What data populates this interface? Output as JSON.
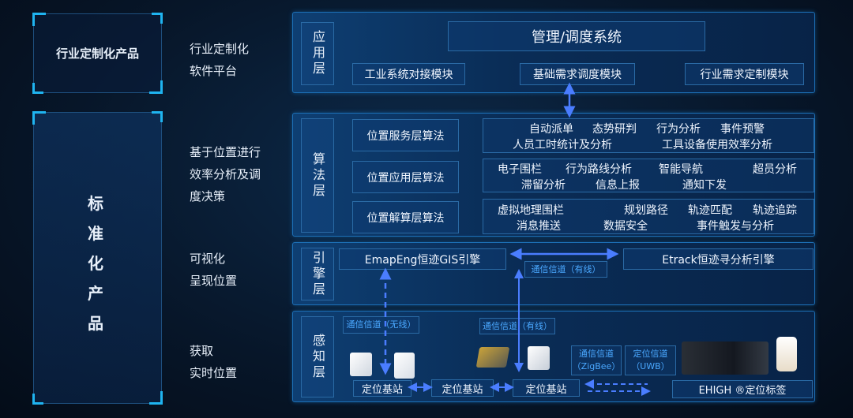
{
  "left": {
    "custom_product": "行业定制化产品",
    "standard_product": "标准化产品"
  },
  "descriptions": [
    [
      "行业定制化",
      "软件平台"
    ],
    [
      "基于位置进行",
      "效率分析及调",
      "度决策"
    ],
    [
      "可视化",
      "呈现位置"
    ],
    [
      "获取",
      "实时位置"
    ]
  ],
  "app_layer": {
    "label": "应用层",
    "system": "管理/调度系统",
    "modules": [
      "工业系统对接模块",
      "基础需求调度模块",
      "行业需求定制模块"
    ]
  },
  "algo_layer": {
    "label": "算法层",
    "rows": [
      {
        "name": "位置服务层算法",
        "items": [
          "自动派单",
          "态势研判",
          "行为分析",
          "事件预警",
          "人员工时统计及分析",
          "工具设备使用效率分析"
        ]
      },
      {
        "name": "位置应用层算法",
        "items": [
          "电子围栏",
          "行为路线分析",
          "智能导航",
          "超员分析",
          "滞留分析",
          "信息上报",
          "通知下发"
        ]
      },
      {
        "name": "位置解算层算法",
        "items": [
          "虚拟地理围栏",
          "规划路径",
          "轨迹匹配",
          "轨迹追踪",
          "消息推送",
          "数据安全",
          "事件触发与分析"
        ]
      }
    ]
  },
  "engine_layer": {
    "label": "引擎层",
    "gis_engine": "EmapEng恒迹GIS引擎",
    "track_engine": "Etrack恒迹寻分析引擎",
    "channel_wired": "通信信道（有线）"
  },
  "perception_layer": {
    "label": "感知层",
    "channel_wireless": "通信信道（无线）",
    "channel_wired": "通信信道（有线）",
    "channel_zigbee": [
      "通信信道",
      "（ZigBee）"
    ],
    "channel_uwb": [
      "定位信道",
      "（UWB）"
    ],
    "base_stations": [
      "定位基站",
      "定位基站",
      "定位基站"
    ],
    "tag": "EHIGH ®定位标签"
  },
  "colors": {
    "accent": "#1fb4f0",
    "arrow": "#4a7dff",
    "channel_text": "#4aa8ff"
  }
}
